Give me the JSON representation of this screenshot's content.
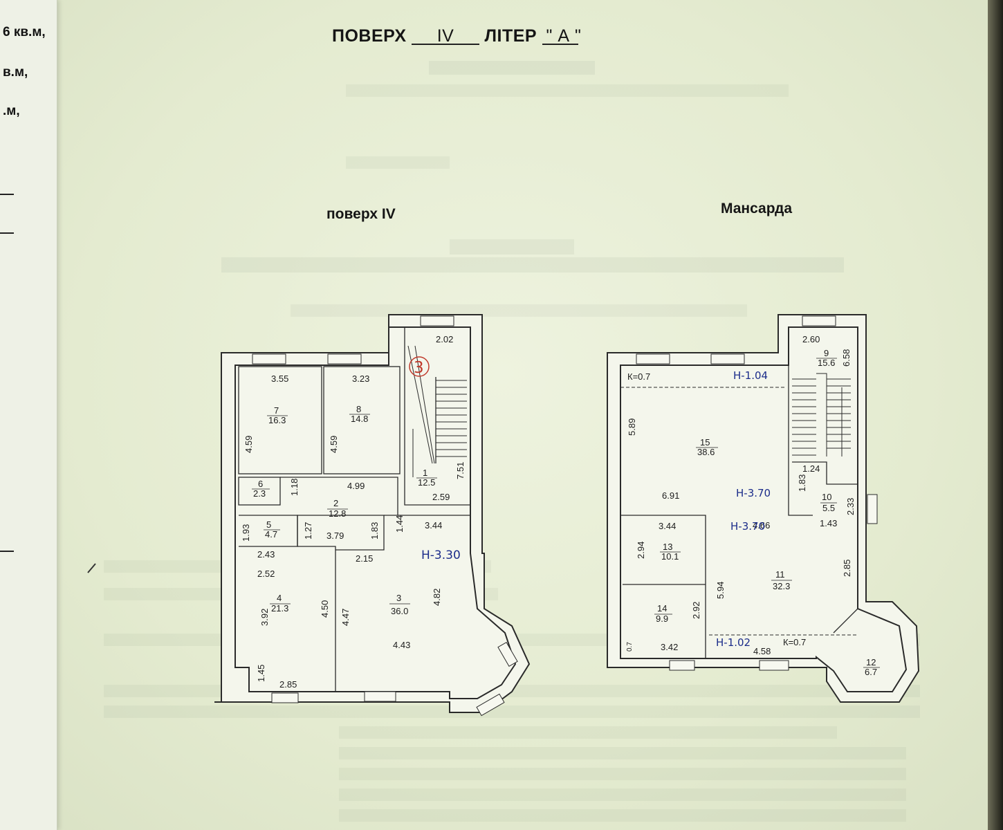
{
  "left_margin": {
    "lines": [
      "6 кв.м,",
      "в.м,",
      ".м,"
    ]
  },
  "header": {
    "floor_word": "ПОВЕРХ",
    "floor_value": "IV",
    "liter_word": "ЛІТЕР",
    "liter_value": "\" А \""
  },
  "plans": {
    "left": {
      "label": "поверх IV",
      "rooms": [
        {
          "num": "7",
          "area": "16.3"
        },
        {
          "num": "8",
          "area": "14.8"
        },
        {
          "num": "1",
          "area": "12.5"
        },
        {
          "num": "6",
          "area": "2.3"
        },
        {
          "num": "2",
          "area": "12.8"
        },
        {
          "num": "5",
          "area": "4.7"
        },
        {
          "num": "4",
          "area": "21.3"
        },
        {
          "num": "3",
          "area": "36.0"
        }
      ],
      "dimensions": [
        "2.02",
        "3.55",
        "3.23",
        "4.59",
        "4.59",
        "7.51",
        "1.18",
        "4.99",
        "2.59",
        "1.93",
        "1.27",
        "3.79",
        "1.83",
        "1.44",
        "3.44",
        "2.43",
        "2.15",
        "2.52",
        "3.92",
        "4.50",
        "4.47",
        "4.82",
        "4.43",
        "1.45",
        "2.85"
      ],
      "handwritten": [
        "3",
        "Н-3.30"
      ]
    },
    "right": {
      "label": "Мансарда",
      "rooms": [
        {
          "num": "9",
          "area": "15.6"
        },
        {
          "num": "15",
          "area": "38.6"
        },
        {
          "num": "10",
          "area": "5.5"
        },
        {
          "num": "13",
          "area": "10.1"
        },
        {
          "num": "11",
          "area": "32.3"
        },
        {
          "num": "14",
          "area": "9.9"
        },
        {
          "num": "12",
          "area": "6.7"
        }
      ],
      "dimensions": [
        "2.60",
        "6.58",
        "5.89",
        "6.91",
        "1.24",
        "1.83",
        "2.33",
        "3.44",
        "4.66",
        "1.43",
        "2.94",
        "2.85",
        "5.94",
        "2.92",
        "0.7",
        "3.42",
        "4.58"
      ],
      "k_labels": [
        "К=0.7",
        "К=0.7"
      ],
      "handwritten": [
        "Н-1.04",
        "Н-3.70",
        "Н-3.70",
        "Н-1.02"
      ]
    }
  },
  "colors": {
    "paper": "#e9efd9",
    "ink": "#1c1c1c",
    "handwriting_blue": "#1b2c8a",
    "handwriting_red": "#c0392b"
  }
}
